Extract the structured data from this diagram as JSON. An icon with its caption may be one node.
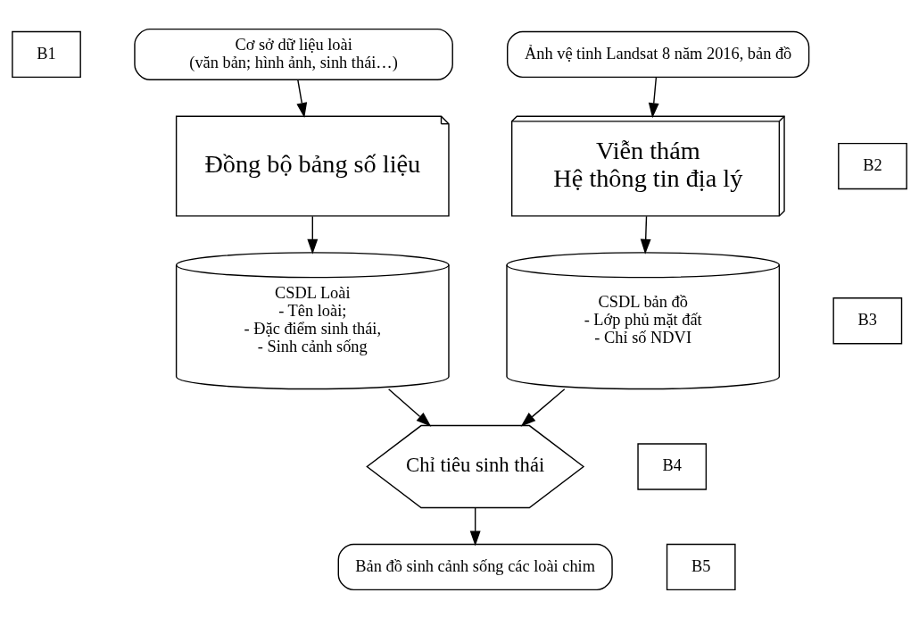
{
  "diagram": {
    "nodes": [
      {
        "text": [
          "B1"
        ]
      },
      {
        "text": [
          "Cơ sở dữ liệu loài",
          "(văn bản; hình ảnh, sinh thái…)"
        ]
      },
      {
        "text": [
          "Ảnh vệ tinh Landsat 8 năm 2016, bản đồ"
        ]
      },
      {
        "text": [
          "B2"
        ]
      },
      {
        "text": [
          "Đồng bộ bảng số liệu"
        ]
      },
      {
        "text": [
          "Viễn thám",
          "Hệ thông tin địa lý"
        ]
      },
      {
        "text": [
          "B3"
        ]
      },
      {
        "text": [
          "CSDL Loài",
          "- Tên loài;",
          "- Đặc điểm sinh thái,",
          "- Sinh cảnh sống"
        ]
      },
      {
        "text": [
          "CSDL bản đồ",
          "- Lớp phủ mặt đất",
          "- Chỉ số NDVI"
        ]
      },
      {
        "text": [
          "B4"
        ]
      },
      {
        "text": [
          "Chỉ tiêu sinh thái"
        ]
      },
      {
        "text": [
          "B5"
        ]
      },
      {
        "text": [
          "Bản đồ sinh cảnh sống các loài chim"
        ]
      }
    ],
    "edges": [
      {
        "from": 1,
        "to": 4,
        "arrow": "to"
      },
      {
        "from": 2,
        "to": 5,
        "arrow": "to"
      },
      {
        "from": 4,
        "to": 7,
        "arrow": "to"
      },
      {
        "from": 5,
        "to": 8,
        "arrow": "to"
      },
      {
        "from": 7,
        "to": 10,
        "arrow": "to"
      },
      {
        "from": 8,
        "to": 10,
        "arrow": "to"
      },
      {
        "from": 10,
        "to": 12,
        "arrow": "to"
      }
    ]
  }
}
